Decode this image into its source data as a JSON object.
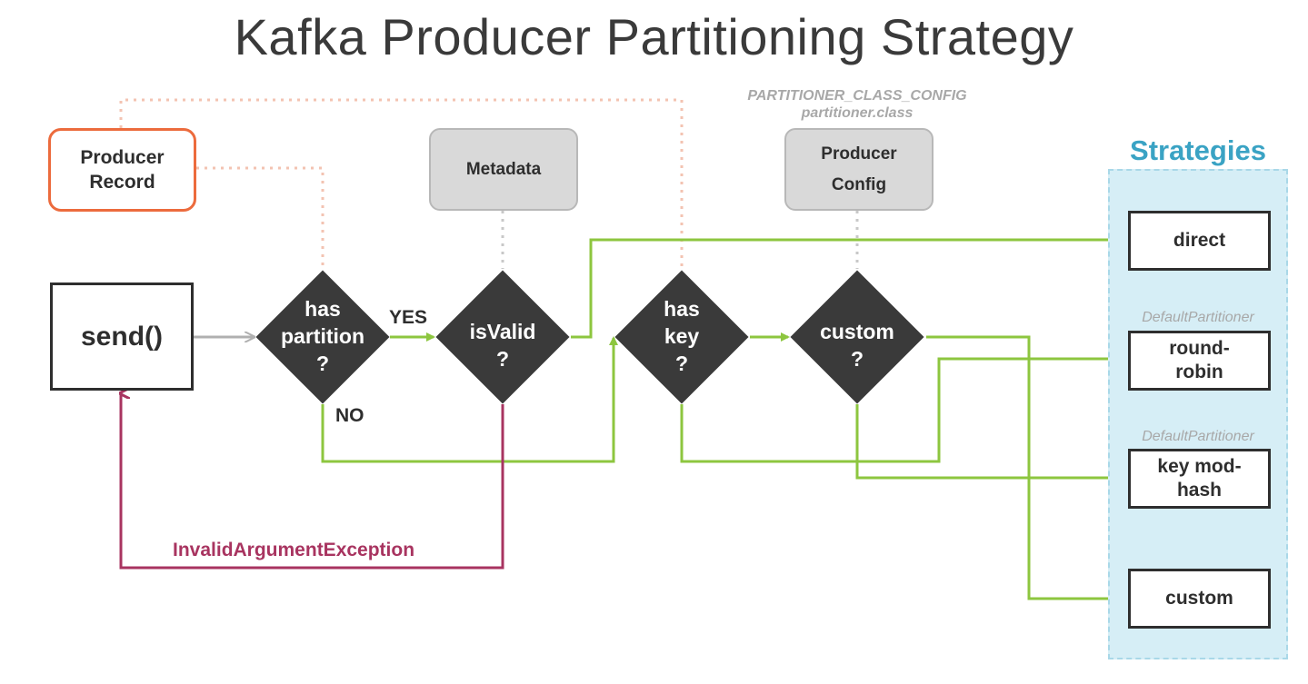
{
  "title": "Kafka Producer Partitioning Strategy",
  "nodes": {
    "producer_record": "Producer Record",
    "send": "send()",
    "metadata": "Metadata",
    "producer_config": "Producer Config",
    "config_note_line1": "PARTITIONER_CLASS_CONFIG",
    "config_note_line2": "partitioner.class"
  },
  "decisions": {
    "has_partition_l1": "has",
    "has_partition_l2": "partition",
    "has_partition_l3": "?",
    "is_valid_l1": "isValid",
    "is_valid_l2": "?",
    "has_key_l1": "has",
    "has_key_l2": "key",
    "has_key_l3": "?",
    "custom_l1": "custom",
    "custom_l2": "?"
  },
  "edge_labels": {
    "yes": "YES",
    "no": "NO",
    "exception": "InvalidArgumentException"
  },
  "strategies": {
    "heading": "Strategies",
    "direct": "direct",
    "round_robin_l1": "round-",
    "round_robin_l2": "robin",
    "key_mod_hash_l1": "key mod-",
    "key_mod_hash_l2": "hash",
    "custom": "custom",
    "default_note_1": "DefaultPartitioner",
    "default_note_2": "DefaultPartitioner"
  },
  "colors": {
    "flow": "#8dc63f",
    "exception": "#a83460",
    "record_border": "#ec6b3d",
    "dotted_record": "#f3c3b2",
    "dotted_grey": "#c8c8c8",
    "strategy_heading": "#3aa3c4"
  }
}
